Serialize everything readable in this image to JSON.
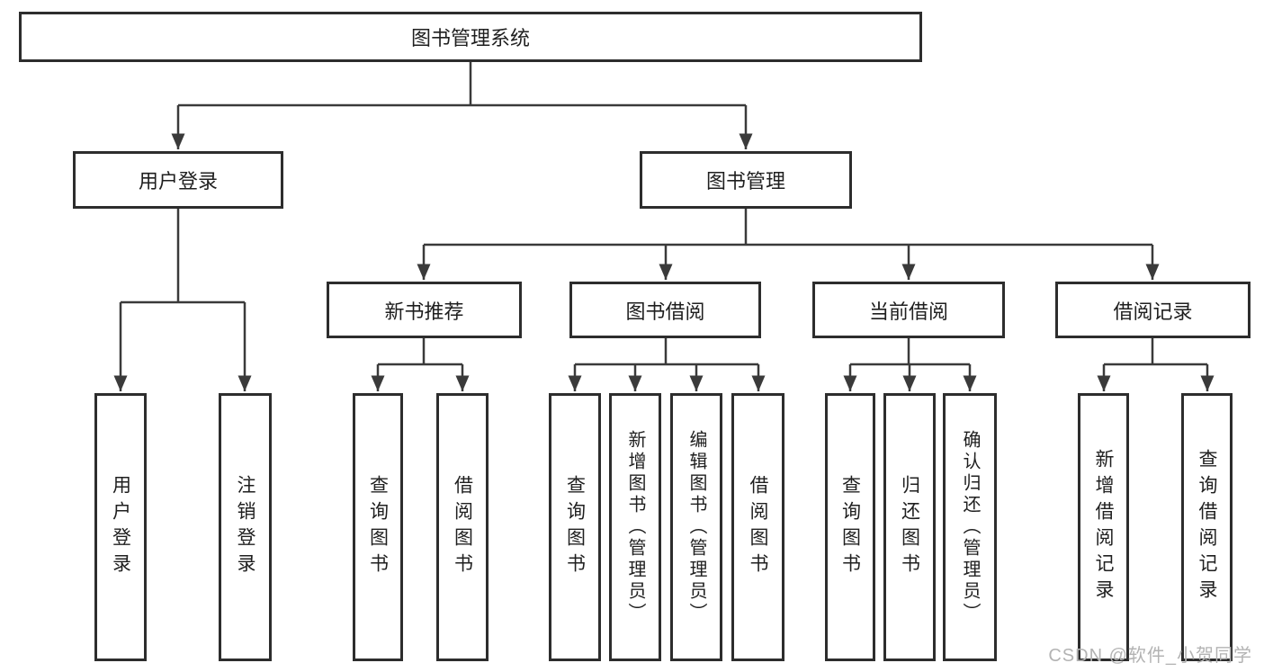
{
  "diagram": {
    "title": "图书管理系统",
    "branches": [
      {
        "label": "用户登录",
        "children": [
          {
            "label": "用户登录"
          },
          {
            "label": "注销登录"
          }
        ]
      },
      {
        "label": "图书管理",
        "children": [
          {
            "label": "新书推荐",
            "children": [
              {
                "label": "查询图书"
              },
              {
                "label": "借阅图书"
              }
            ]
          },
          {
            "label": "图书借阅",
            "children": [
              {
                "label": "查询图书"
              },
              {
                "label": "新增图书（管理员）"
              },
              {
                "label": "编辑图书（管理员）"
              },
              {
                "label": "借阅图书"
              }
            ]
          },
          {
            "label": "当前借阅",
            "children": [
              {
                "label": "查询图书"
              },
              {
                "label": "归还图书"
              },
              {
                "label": "确认归还（管理员）"
              }
            ]
          },
          {
            "label": "借阅记录",
            "children": [
              {
                "label": "新增借阅记录"
              },
              {
                "label": "查询借阅记录"
              }
            ]
          }
        ]
      }
    ]
  },
  "watermark": {
    "text": "CSDN @软件_小贺同学"
  },
  "colors": {
    "line": "#3a3a3a",
    "border": "#2d2d2d",
    "text": "#1f1f1f",
    "watermark": "#b3b3b3",
    "background": "#ffffff"
  }
}
